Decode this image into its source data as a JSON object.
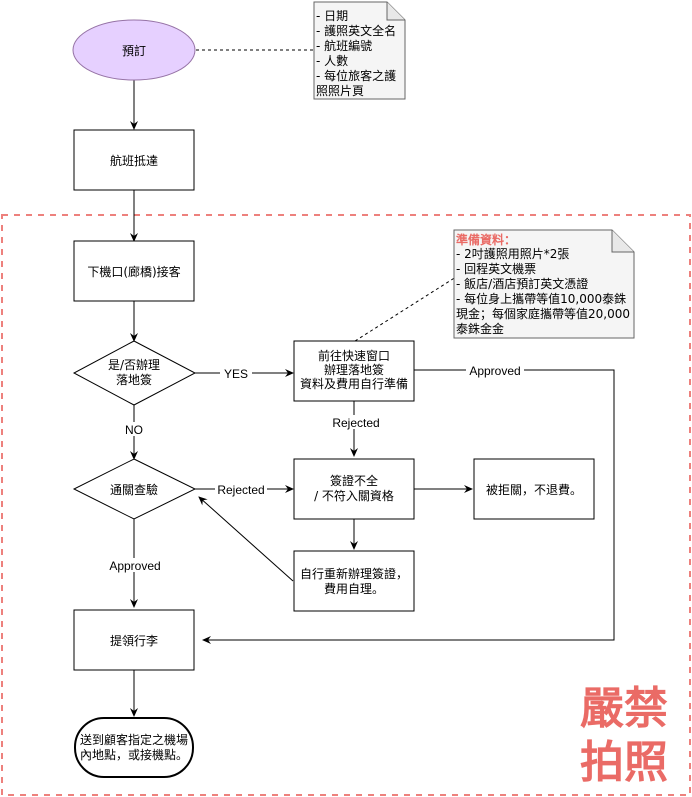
{
  "diagram": {
    "colors": {
      "start_fill": "#e6d0ff",
      "start_stroke": "#9673a6",
      "note_fill": "#f5f5f5",
      "note_stroke": "#666666",
      "region_stroke": "#ea6b66",
      "watermark": "#ea6b66"
    },
    "nodes": {
      "booking": "預訂",
      "flight_arrival": "航班抵達",
      "gate_pickup": "下機口(廊橋)接客",
      "visa_decision": [
        "是/否辦理",
        "落地簽"
      ],
      "fast_lane": [
        "前往快速窗口",
        "辦理落地簽",
        "資料及費用自行準備"
      ],
      "customs_check": "通關查驗",
      "visa_incomplete": [
        "簽證不全",
        "/ 不符入關資格"
      ],
      "denied_entry": "被拒關，不退費。",
      "reapply_visa": [
        "自行重新辦理簽證，",
        "費用自理。"
      ],
      "baggage_claim": "提領行李",
      "drop_off": [
        "送到顧客指定之機場",
        "內地點，或接機點。"
      ]
    },
    "edge_labels": {
      "yes": "YES",
      "no": "NO",
      "approved_fast_lane": "Approved",
      "rejected_fast_lane": "Rejected",
      "rejected_customs": "Rejected",
      "approved_customs": "Approved"
    },
    "notes": {
      "booking_info": {
        "lines": [
          "- 日期",
          "- 護照英文全名",
          "- 航班編號",
          "- 人數",
          "- 每位旅客之護",
          "照照片頁"
        ]
      },
      "prepare_docs": {
        "title": "準備資料：",
        "lines": [
          "- 2吋護照用照片*2張",
          "- 回程英文機票",
          "- 飯店/酒店預訂英文憑證",
          "- 每位身上攜帶等值10,000泰銖",
          "現金；每個家庭攜帶等值20,000",
          "泰銖金金"
        ]
      }
    },
    "watermark": [
      "嚴禁",
      "拍照"
    ]
  }
}
